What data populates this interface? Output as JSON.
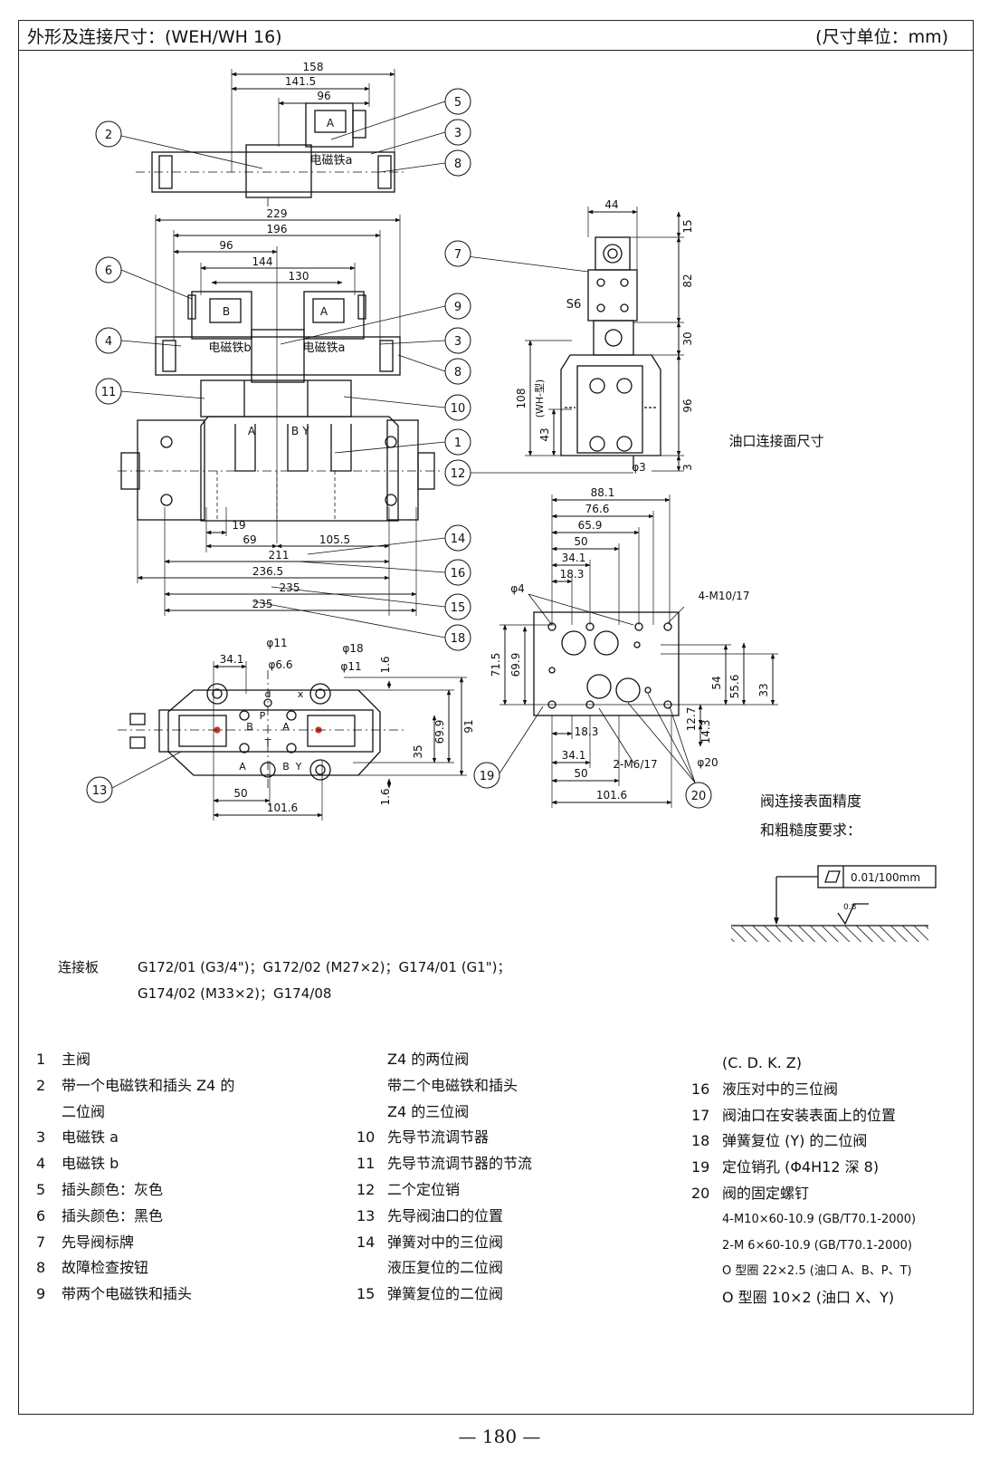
{
  "header": {
    "title": "外形及连接尺寸：(WEH/WH 16)",
    "unit": "(尺寸单位：mm)"
  },
  "diagram": {
    "top_view": {
      "dims": [
        "158",
        "141.5",
        "96"
      ],
      "labels": [
        "A",
        "电磁铁a"
      ],
      "callouts": [
        "2",
        "5",
        "3",
        "8"
      ]
    },
    "front_view": {
      "dims": [
        "229",
        "196",
        "96",
        "144",
        "130",
        "19",
        "69",
        "105.5",
        "211",
        "236.5",
        "235",
        "235"
      ],
      "labels": [
        "B",
        "A",
        "电磁铁b",
        "电磁铁a",
        "A",
        "B",
        "Y"
      ],
      "callouts": [
        "6",
        "4",
        "11",
        "9",
        "3",
        "8",
        "10",
        "1",
        "12",
        "14",
        "16",
        "15",
        "18"
      ]
    },
    "side_view": {
      "dims": [
        "44",
        "15",
        "82",
        "30",
        "96",
        "3",
        "108",
        "43",
        "φ3"
      ],
      "labels": [
        "S6",
        "(WH-型)"
      ],
      "callouts": [
        "7"
      ],
      "caption": "油口连接面尺寸"
    },
    "bottom_view": {
      "dims": [
        "34.1",
        "φ11",
        "φ6.6",
        "φ18",
        "φ11",
        "1.6",
        "69.9",
        "91",
        "35",
        "1.6",
        "50",
        "101.6"
      ],
      "labels": [
        "d",
        "x",
        "P",
        "A",
        "B",
        "T",
        "A",
        "B",
        "Y"
      ],
      "callouts": [
        "13"
      ]
    },
    "port_face": {
      "dims": [
        "88.1",
        "76.6",
        "65.9",
        "50",
        "34.1",
        "18.3",
        "φ4",
        "4-M10/17",
        "71.5",
        "69.9",
        "54",
        "55.6",
        "33",
        "12.7",
        "14.3",
        "18.3",
        "34.1",
        "50",
        "2-M6/17",
        "φ20",
        "101.6"
      ],
      "callouts": [
        "19",
        "20"
      ]
    },
    "surface": {
      "title_line1": "阀连接表面精度",
      "title_line2": "和粗糙度要求：",
      "flatness": "0.01/100mm",
      "roughness": "0.8"
    }
  },
  "boards": {
    "label": "连接板",
    "line1": "G172/01 (G3/4\")；G172/02 (M27×2)；G174/01 (G1\")；",
    "line2": "G174/02 (M33×2)；G174/08"
  },
  "legend": {
    "col1": [
      {
        "num": "1",
        "text": "主阀"
      },
      {
        "num": "2",
        "text": "带一个电磁铁和插头 Z4 的",
        "cont": "二位阀"
      },
      {
        "num": "3",
        "text": "电磁铁 a"
      },
      {
        "num": "4",
        "text": "电磁铁 b"
      },
      {
        "num": "5",
        "text": "插头颜色：灰色"
      },
      {
        "num": "6",
        "text": "插头颜色：黑色"
      },
      {
        "num": "7",
        "text": "先导阀标牌"
      },
      {
        "num": "8",
        "text": "故障检查按钮"
      },
      {
        "num": "9",
        "text": "带两个电磁铁和插头"
      }
    ],
    "col2_pre": [
      "Z4 的两位阀",
      "带二个电磁铁和插头",
      "Z4 的三位阀"
    ],
    "col2": [
      {
        "num": "10",
        "text": "先导节流调节器"
      },
      {
        "num": "11",
        "text": "先导节流调节器的节流"
      },
      {
        "num": "12",
        "text": "二个定位销"
      },
      {
        "num": "13",
        "text": "先导阀油口的位置"
      },
      {
        "num": "14",
        "text": "弹簧对中的三位阀"
      }
    ],
    "col2_post": "液压复位的二位阀",
    "col2_last": {
      "num": "15",
      "text": "弹簧复位的二位阀"
    },
    "col3_pre": "(C. D. K. Z)",
    "col3": [
      {
        "num": "16",
        "text": "液压对中的三位阀"
      },
      {
        "num": "17",
        "text": "阀油口在安装表面上的位置"
      },
      {
        "num": "18",
        "text": "弹簧复位 (Y) 的二位阀"
      },
      {
        "num": "19",
        "text": "定位销孔 (Φ4H12 深 8)"
      },
      {
        "num": "20",
        "text": "阀的固定螺钉"
      }
    ],
    "col3_notes": [
      "4-M10×60-10.9 (GB/T70.1-2000)",
      "2-M 6×60-10.9 (GB/T70.1-2000)",
      "O 型圈 22×2.5 (油口 A、B、P、T)",
      "O 型圈 10×2 (油口 X、Y)"
    ]
  },
  "page_number": "— 180 —"
}
